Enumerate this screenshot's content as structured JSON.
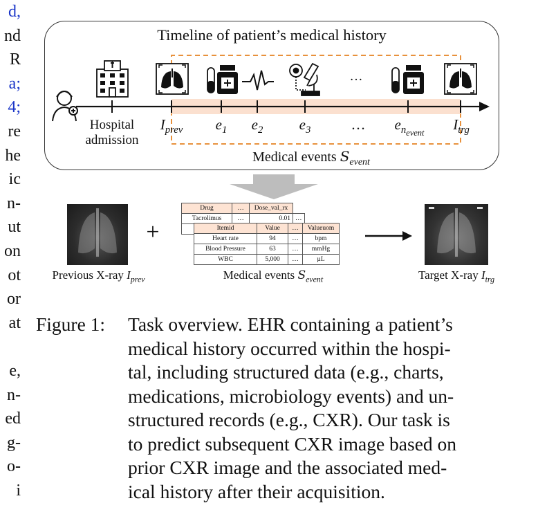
{
  "left_column": {
    "lines": [
      {
        "text": "d,",
        "color": "#1a35c8"
      },
      {
        "text": "nd",
        "color": "#111111"
      },
      {
        "text": "R",
        "color": "#111111"
      },
      {
        "text": "a;",
        "color": "#1a35c8"
      },
      {
        "text": "4;",
        "color": "#1a35c8"
      },
      {
        "text": "re",
        "color": "#111111"
      },
      {
        "text": "he",
        "color": "#111111"
      },
      {
        "text": "ic",
        "color": "#111111"
      },
      {
        "text": "n-",
        "color": "#111111"
      },
      {
        "text": "ut",
        "color": "#111111"
      },
      {
        "text": "on",
        "color": "#111111"
      },
      {
        "text": "ot",
        "color": "#111111"
      },
      {
        "text": "or",
        "color": "#111111"
      },
      {
        "text": "at",
        "color": "#111111"
      },
      {
        "text": "",
        "color": "#111111"
      },
      {
        "text": "e,",
        "color": "#111111"
      },
      {
        "text": "n-",
        "color": "#111111"
      },
      {
        "text": "ed",
        "color": "#111111"
      },
      {
        "text": "g-",
        "color": "#111111"
      },
      {
        "text": "o-",
        "color": "#111111"
      },
      {
        "text": "i",
        "color": "#111111"
      }
    ]
  },
  "figure": {
    "timeline_title": "Timeline of patient’s medical history",
    "hospital_admission_line1": "Hospital",
    "hospital_admission_line2": "admission",
    "i_prev_main": "I",
    "i_prev_sub": "prev",
    "e1_main": "e",
    "e1_sub": "1",
    "e2_main": "e",
    "e2_sub": "2",
    "e3_main": "e",
    "e3_sub": "3",
    "ellipsis": "…",
    "en_main": "e",
    "en_sub_n": "n",
    "en_sub_event": "event",
    "i_trg_main": "I",
    "i_trg_sub": "trg",
    "medical_events_text": "Medical events ",
    "s_event_main": "𝑆",
    "s_event_sub": "event",
    "plus": "+",
    "previous_xray_label": "Previous X-ray ",
    "target_xray_label": "Target X-ray ",
    "drug_table": {
      "headers": [
        "Drug",
        "…",
        "Dose_val_rx",
        ""
      ],
      "rows": [
        [
          "Tacrolimus",
          "…",
          "0.01",
          "…"
        ]
      ]
    },
    "chart_table": {
      "headers": [
        "Itemid",
        "Value",
        "…",
        "Valueuom"
      ],
      "rows": [
        [
          "Heart rate",
          "94",
          "…",
          "bpm"
        ],
        [
          "Blood Pressure",
          "63",
          "…",
          "mmHg"
        ],
        [
          "WBC",
          "5,000",
          "…",
          "µL"
        ]
      ]
    },
    "colors": {
      "accent_orange": "#e8913c",
      "band_fill": "#fbe0cf",
      "arrow_gray": "#bdbdbd"
    }
  },
  "caption": {
    "label": "Figure 1:",
    "lines": [
      "Task overview. EHR containing a patient’s",
      "medical history occurred within the hospi-",
      "tal, including structured data (e.g., charts,",
      "medications, microbiology events) and un-",
      "structured records (e.g., CXR). Our task is",
      "to predict subsequent CXR image based on",
      "prior CXR image and the associated med-",
      "ical history after their acquisition."
    ]
  }
}
